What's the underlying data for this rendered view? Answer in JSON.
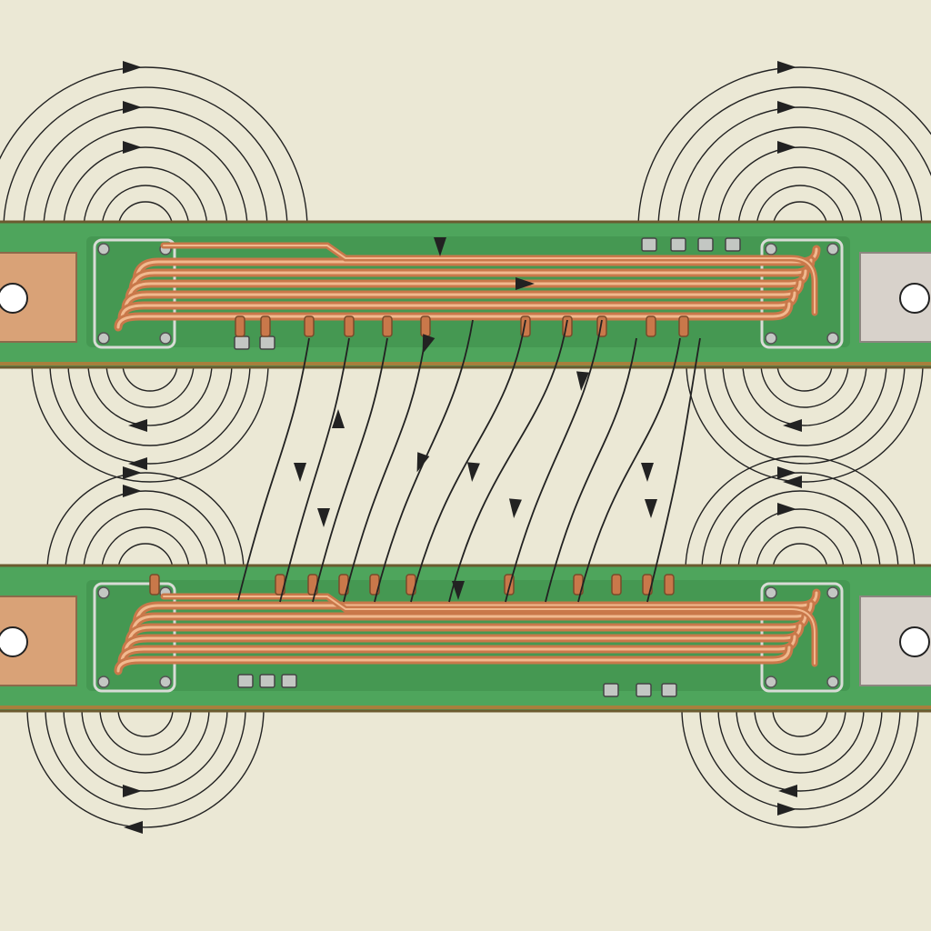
{
  "colors": {
    "background": "#ebe8d5",
    "board_green": "#4ea55c",
    "board_border": "#6b5a2f",
    "copper": "#c9784a",
    "copper_highlight": "#f1b98e",
    "pad_copper": "#d9a277",
    "pad_metal": "#d8d2cb",
    "field_line": "#222222",
    "component": "#c3c7c3"
  },
  "icons": {
    "mounting_hole": "mounting-hole-icon",
    "field_arrow": "arrow-head-icon",
    "smd_component": "smd-component-icon"
  },
  "boards": [
    {
      "id": "upper-pcb-strip"
    },
    {
      "id": "lower-pcb-strip"
    }
  ],
  "field_groups": [
    {
      "id": "field-upper-left-above"
    },
    {
      "id": "field-upper-right-above"
    },
    {
      "id": "field-upper-left-below"
    },
    {
      "id": "field-upper-right-below"
    },
    {
      "id": "field-lower-left-above"
    },
    {
      "id": "field-lower-right-above"
    },
    {
      "id": "field-lower-left-below"
    },
    {
      "id": "field-lower-right-below"
    }
  ]
}
